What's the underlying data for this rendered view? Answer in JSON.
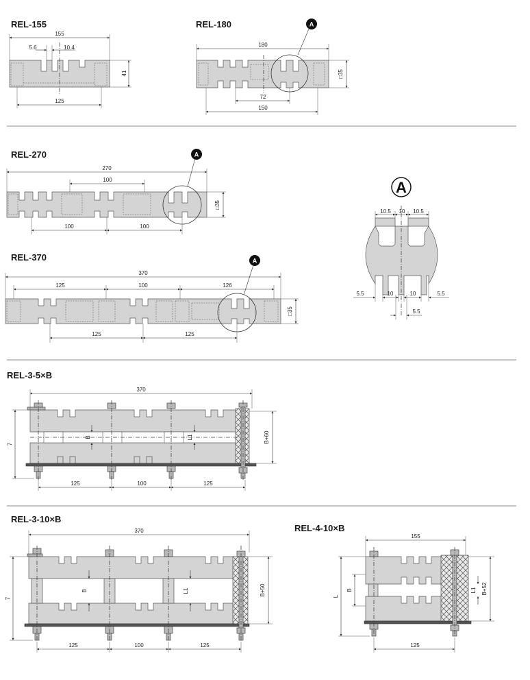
{
  "titles": {
    "rel155": "REL-155",
    "rel180": "REL-180",
    "rel270": "REL-270",
    "rel370": "REL-370",
    "rel3_5b": "REL-3-5×B",
    "rel3_10b": "REL-3-10×B",
    "rel4_10b": "REL-4-10×B"
  },
  "callout_letter": "A",
  "rel155": {
    "overall": "155",
    "slot_a": "5.6",
    "slot_b": "10.4",
    "height": "41",
    "bottom": "125"
  },
  "rel180": {
    "overall": "180",
    "height": "□35",
    "mid": "72",
    "bottom": "150"
  },
  "rel270": {
    "overall": "270",
    "top_mid": "100",
    "height": "□35",
    "bottom_a": "100",
    "bottom_b": "100"
  },
  "rel370": {
    "overall": "370",
    "top_a": "125",
    "top_b": "100",
    "top_c": "126",
    "height": "□35",
    "bottom_a": "125",
    "bottom_b": "125"
  },
  "detail_a": {
    "top_a": "10.5",
    "top_b": "10",
    "top_c": "10.5",
    "low_a": "5.5",
    "low_b": "10",
    "low_c": "10",
    "low_d": "5.5",
    "bottom": "5.5"
  },
  "rel3_5b": {
    "overall": "370",
    "side_left": "7",
    "gap_b": "B",
    "gap_l1": "L1",
    "side_right": "B+60",
    "bottom_a": "125",
    "bottom_b": "100",
    "bottom_c": "125"
  },
  "rel3_10b": {
    "overall": "370",
    "side_left": "7",
    "gap_b": "B",
    "gap_l1": "L1",
    "side_right": "B+50",
    "bottom_a": "125",
    "bottom_b": "100",
    "bottom_c": "125"
  },
  "rel4_10b": {
    "overall": "155",
    "side_left": "L",
    "gap_b": "B",
    "gap_l1": "L1",
    "side_right": "B+52",
    "bottom": "125"
  }
}
